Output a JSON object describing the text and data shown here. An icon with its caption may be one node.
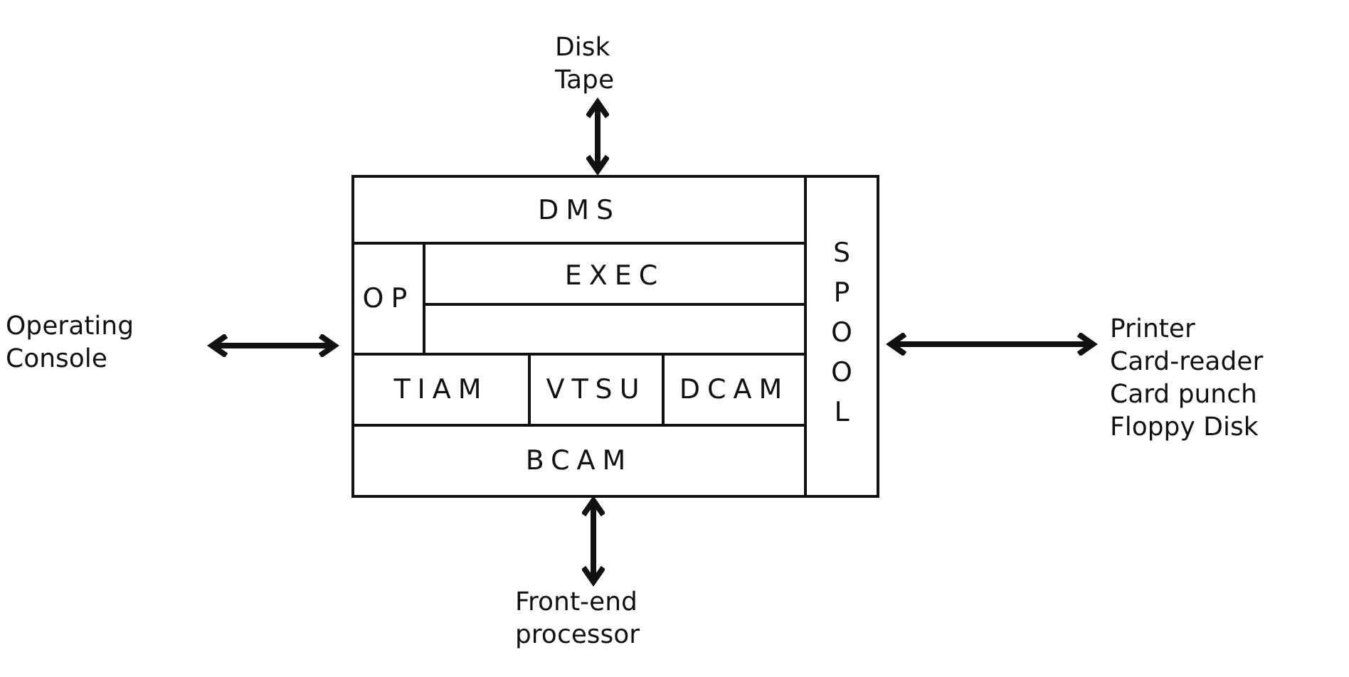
{
  "diagram": {
    "nodes": [
      {
        "text": [],
        "shape": "box"
      },
      {
        "text": [
          "DMS"
        ],
        "in": 0
      },
      {
        "text": [
          "SPOOL"
        ],
        "in": 0
      },
      {
        "text": [
          "OP"
        ],
        "in": 0
      },
      {
        "text": [
          "EXEC"
        ],
        "in": 0
      },
      {
        "text": [],
        "shape": "box",
        "in": 0
      },
      {
        "text": [
          "TIAM"
        ],
        "in": 0
      },
      {
        "text": [
          "VTSU"
        ],
        "in": 0
      },
      {
        "text": [
          "DCAM"
        ],
        "in": 0
      },
      {
        "text": [
          "BCAM"
        ],
        "in": 0
      },
      {
        "text": [
          "Disk",
          "Tape"
        ]
      },
      {
        "text": [
          "Operating Console"
        ]
      },
      {
        "text": [
          "Printer",
          "Card-reader",
          "Card punch",
          "Floppy Disk"
        ]
      },
      {
        "text": [
          "Front-end processor"
        ]
      }
    ],
    "edges": [
      {
        "from": 10,
        "to": 0,
        "arrow": "both"
      },
      {
        "from": 11,
        "to": 0,
        "arrow": "both"
      },
      {
        "from": 2,
        "to": 12,
        "arrow": "both"
      },
      {
        "from": 0,
        "to": 13,
        "arrow": "both"
      }
    ]
  }
}
